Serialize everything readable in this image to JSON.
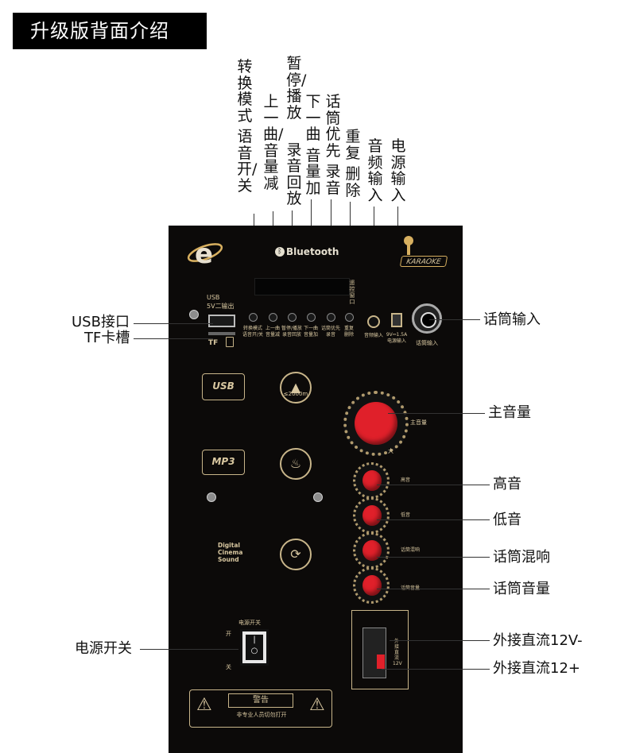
{
  "title": "升级版背面介绍",
  "top_labels": [
    {
      "id": "mode-switch",
      "line1": "转换模式",
      "line2": "语音开/关"
    },
    {
      "id": "prev-track",
      "line1": "上一曲/音量减",
      "line2": ""
    },
    {
      "id": "play-pause",
      "line1": "暂停/播放",
      "line2": "录音回放"
    },
    {
      "id": "next-track",
      "line1": "下一曲",
      "line2": "音量加"
    },
    {
      "id": "mic-priority",
      "line1": "话筒优先",
      "line2": "录音"
    },
    {
      "id": "repeat-delete",
      "line1": "重复",
      "line2": "删除"
    },
    {
      "id": "audio-input",
      "line1": "音频输入",
      "line2": ""
    },
    {
      "id": "power-input",
      "line1": "电源输入",
      "line2": ""
    }
  ],
  "left_labels": {
    "usb": "USB接口",
    "tf": "TF卡槽",
    "power_switch": "电源开关"
  },
  "right_labels": {
    "mic_input": "话筒输入",
    "master_volume": "主音量",
    "treble": "高音",
    "bass": "低音",
    "mic_echo": "话筒混响",
    "mic_volume": "话筒音量",
    "dc_minus": "外接直流12V-",
    "dc_plus": "外接直流12+"
  },
  "panel": {
    "bluetooth": "Bluetooth",
    "karaoke": "KARAOKE",
    "usb_small": "USB",
    "usb_spec": "5V二输出",
    "tf_small": "TF",
    "remote_window": "遥控窗口",
    "btn_labels": [
      "转换模式\n语音开/关",
      "上一曲\n音量减",
      "暂停/播放\n录音回放",
      "下一曲\n音量加",
      "话筒优先\n录音",
      "重复\n删除"
    ],
    "audio_in_label": "音频输入",
    "power_in_label": "9V⎓1.5A\n电源输入",
    "mic_in_label": "话筒输入",
    "master_label": "主音量",
    "master_max": "大",
    "treble_label": "高音",
    "bass_label": "低音",
    "echo_label": "话筒混响",
    "micvol_label": "话筒音量",
    "usb_icon": "USB",
    "mp3_icon": "MP3",
    "altitude": "≤2000m",
    "digital": "Digital\nCinema\nSound",
    "switch_label": "电源开关",
    "switch_on": "开",
    "switch_off": "关",
    "dc_terminal": "外接直流12V",
    "warning_title": "警告",
    "warning_text": "非专业人员切勿打开"
  }
}
